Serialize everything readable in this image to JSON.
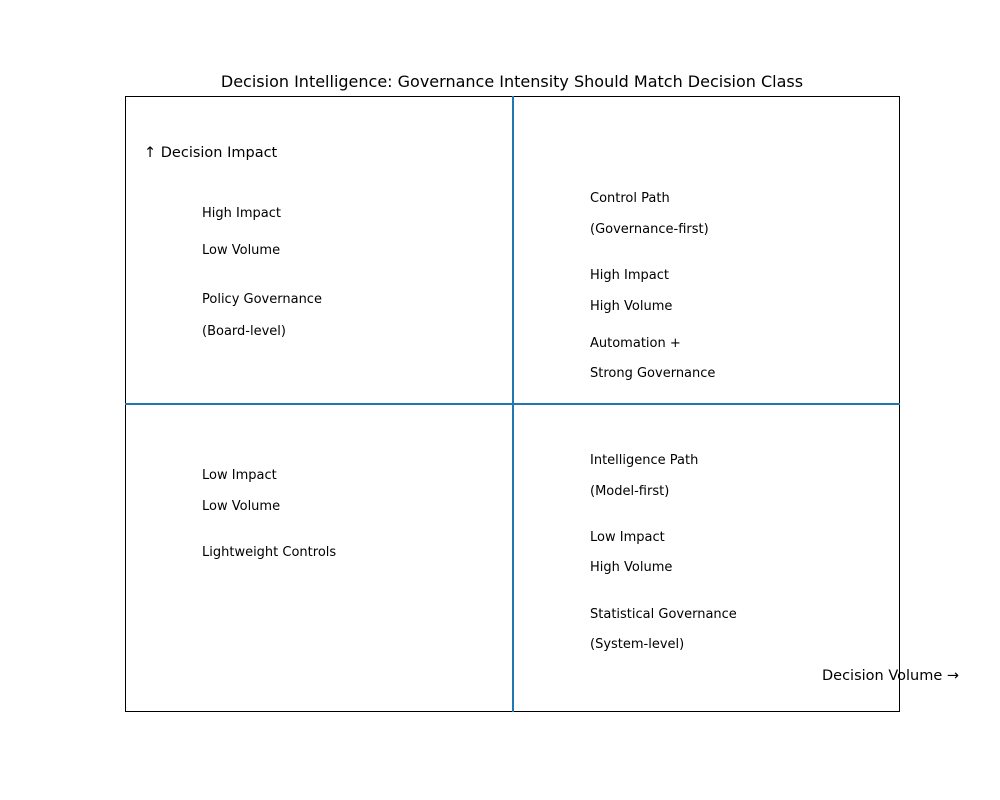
{
  "title": "Decision Intelligence: Governance Intensity Should Match Decision Class",
  "axes": {
    "y_label": "↑ Decision Impact",
    "x_label": "Decision Volume →"
  },
  "colors": {
    "divider": "#1f77b4",
    "frame": "#000000"
  },
  "quadrants": {
    "top_left": {
      "impact": "High Impact",
      "volume": "Low Volume",
      "governance_line1": "Policy Governance",
      "governance_line2": "(Board-level)"
    },
    "top_right": {
      "path_line1": "Control Path",
      "path_line2": "(Governance-first)",
      "impact": "High Impact",
      "volume": "High Volume",
      "governance_line1": "Automation +",
      "governance_line2": "Strong Governance"
    },
    "bottom_left": {
      "impact": "Low Impact",
      "volume": "Low Volume",
      "governance_line1": "Lightweight Controls"
    },
    "bottom_right": {
      "path_line1": "Intelligence Path",
      "path_line2": "(Model-first)",
      "impact": "Low Impact",
      "volume": "High Volume",
      "governance_line1": "Statistical Governance",
      "governance_line2": "(System-level)"
    }
  }
}
